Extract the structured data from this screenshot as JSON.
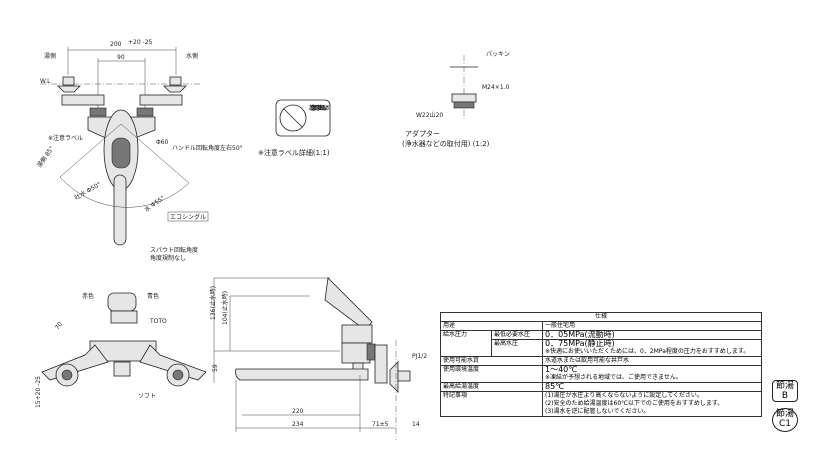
{
  "top_view": {
    "dim_200": "200",
    "dim_200_tol": "+20 -25",
    "dim_90": "90",
    "hot_side": "湯側",
    "cold_side": "水側",
    "wl": "W.L",
    "caution_label": "※注意ラベル",
    "phi60": "Φ60",
    "handle_rotation": "ハンドル回転角度左右50°",
    "hot_angle": "湯側 85°",
    "spout_hot": "吐水 Φ50°",
    "spout_cold": "水 Φ55°",
    "eco_single": "エコシングル",
    "spout_rotation_1": "スパウト回転角度",
    "spout_rotation_2": "角度規制なし"
  },
  "label_detail": {
    "title": "※注意ラベル詳細(1:1)",
    "text": "ご注意 やけどの恐れあり さわらないで!"
  },
  "adapter": {
    "packing": "パッキン",
    "m24": "M24×1.0",
    "w22": "W22山20",
    "title": "アダプター",
    "subtitle": "(浄水器などの取付用) (1:2)"
  },
  "front_view": {
    "red": "赤色",
    "blue": "青色",
    "toto": "TOTO",
    "soft": "ソフト",
    "dim_70": "70",
    "dim_15": "15+20 -25"
  },
  "side_view": {
    "dim_136": "136(止水時)",
    "dim_104": "104(止水時)",
    "dim_59": "59",
    "dim_220": "220",
    "dim_234": "234",
    "dim_71": "71±5",
    "dim_14": "14",
    "pj": "PJ1/2"
  },
  "spec": {
    "title": "仕様",
    "rows": {
      "use_label": "用途",
      "use_value": "一般住宅用",
      "pressure_label": "給水圧力",
      "min_label": "最低必要水圧",
      "min_value": "0．05MPa(流動時)",
      "max_label": "最高水圧",
      "max_value": "0．75MPa(静止時)",
      "pressure_note": "※快適にお使いいただくためには、0．2MPa程度の圧力をおすすめします。",
      "water_label": "使用可能水質",
      "water_value": "水道水または飲用可能な井戸水",
      "env_label": "使用環境温度",
      "env_value": "1～40℃",
      "env_note": "※凍結が予想される地域では、ご使用できません。",
      "hot_label": "最高給湯温度",
      "hot_value": "85℃",
      "notes_label": "特記事項",
      "note1": "(1)湯圧が水圧より高くならないように設定してください。",
      "note2": "(2)安全のため給湯温度は60℃以下でのご使用をおすすめします。",
      "note3": "(3)湯水を逆に配管しないでください。"
    }
  },
  "badges": {
    "b_1": "節湯",
    "b_2": "B",
    "c_1": "節湯",
    "c_2": "C1"
  }
}
